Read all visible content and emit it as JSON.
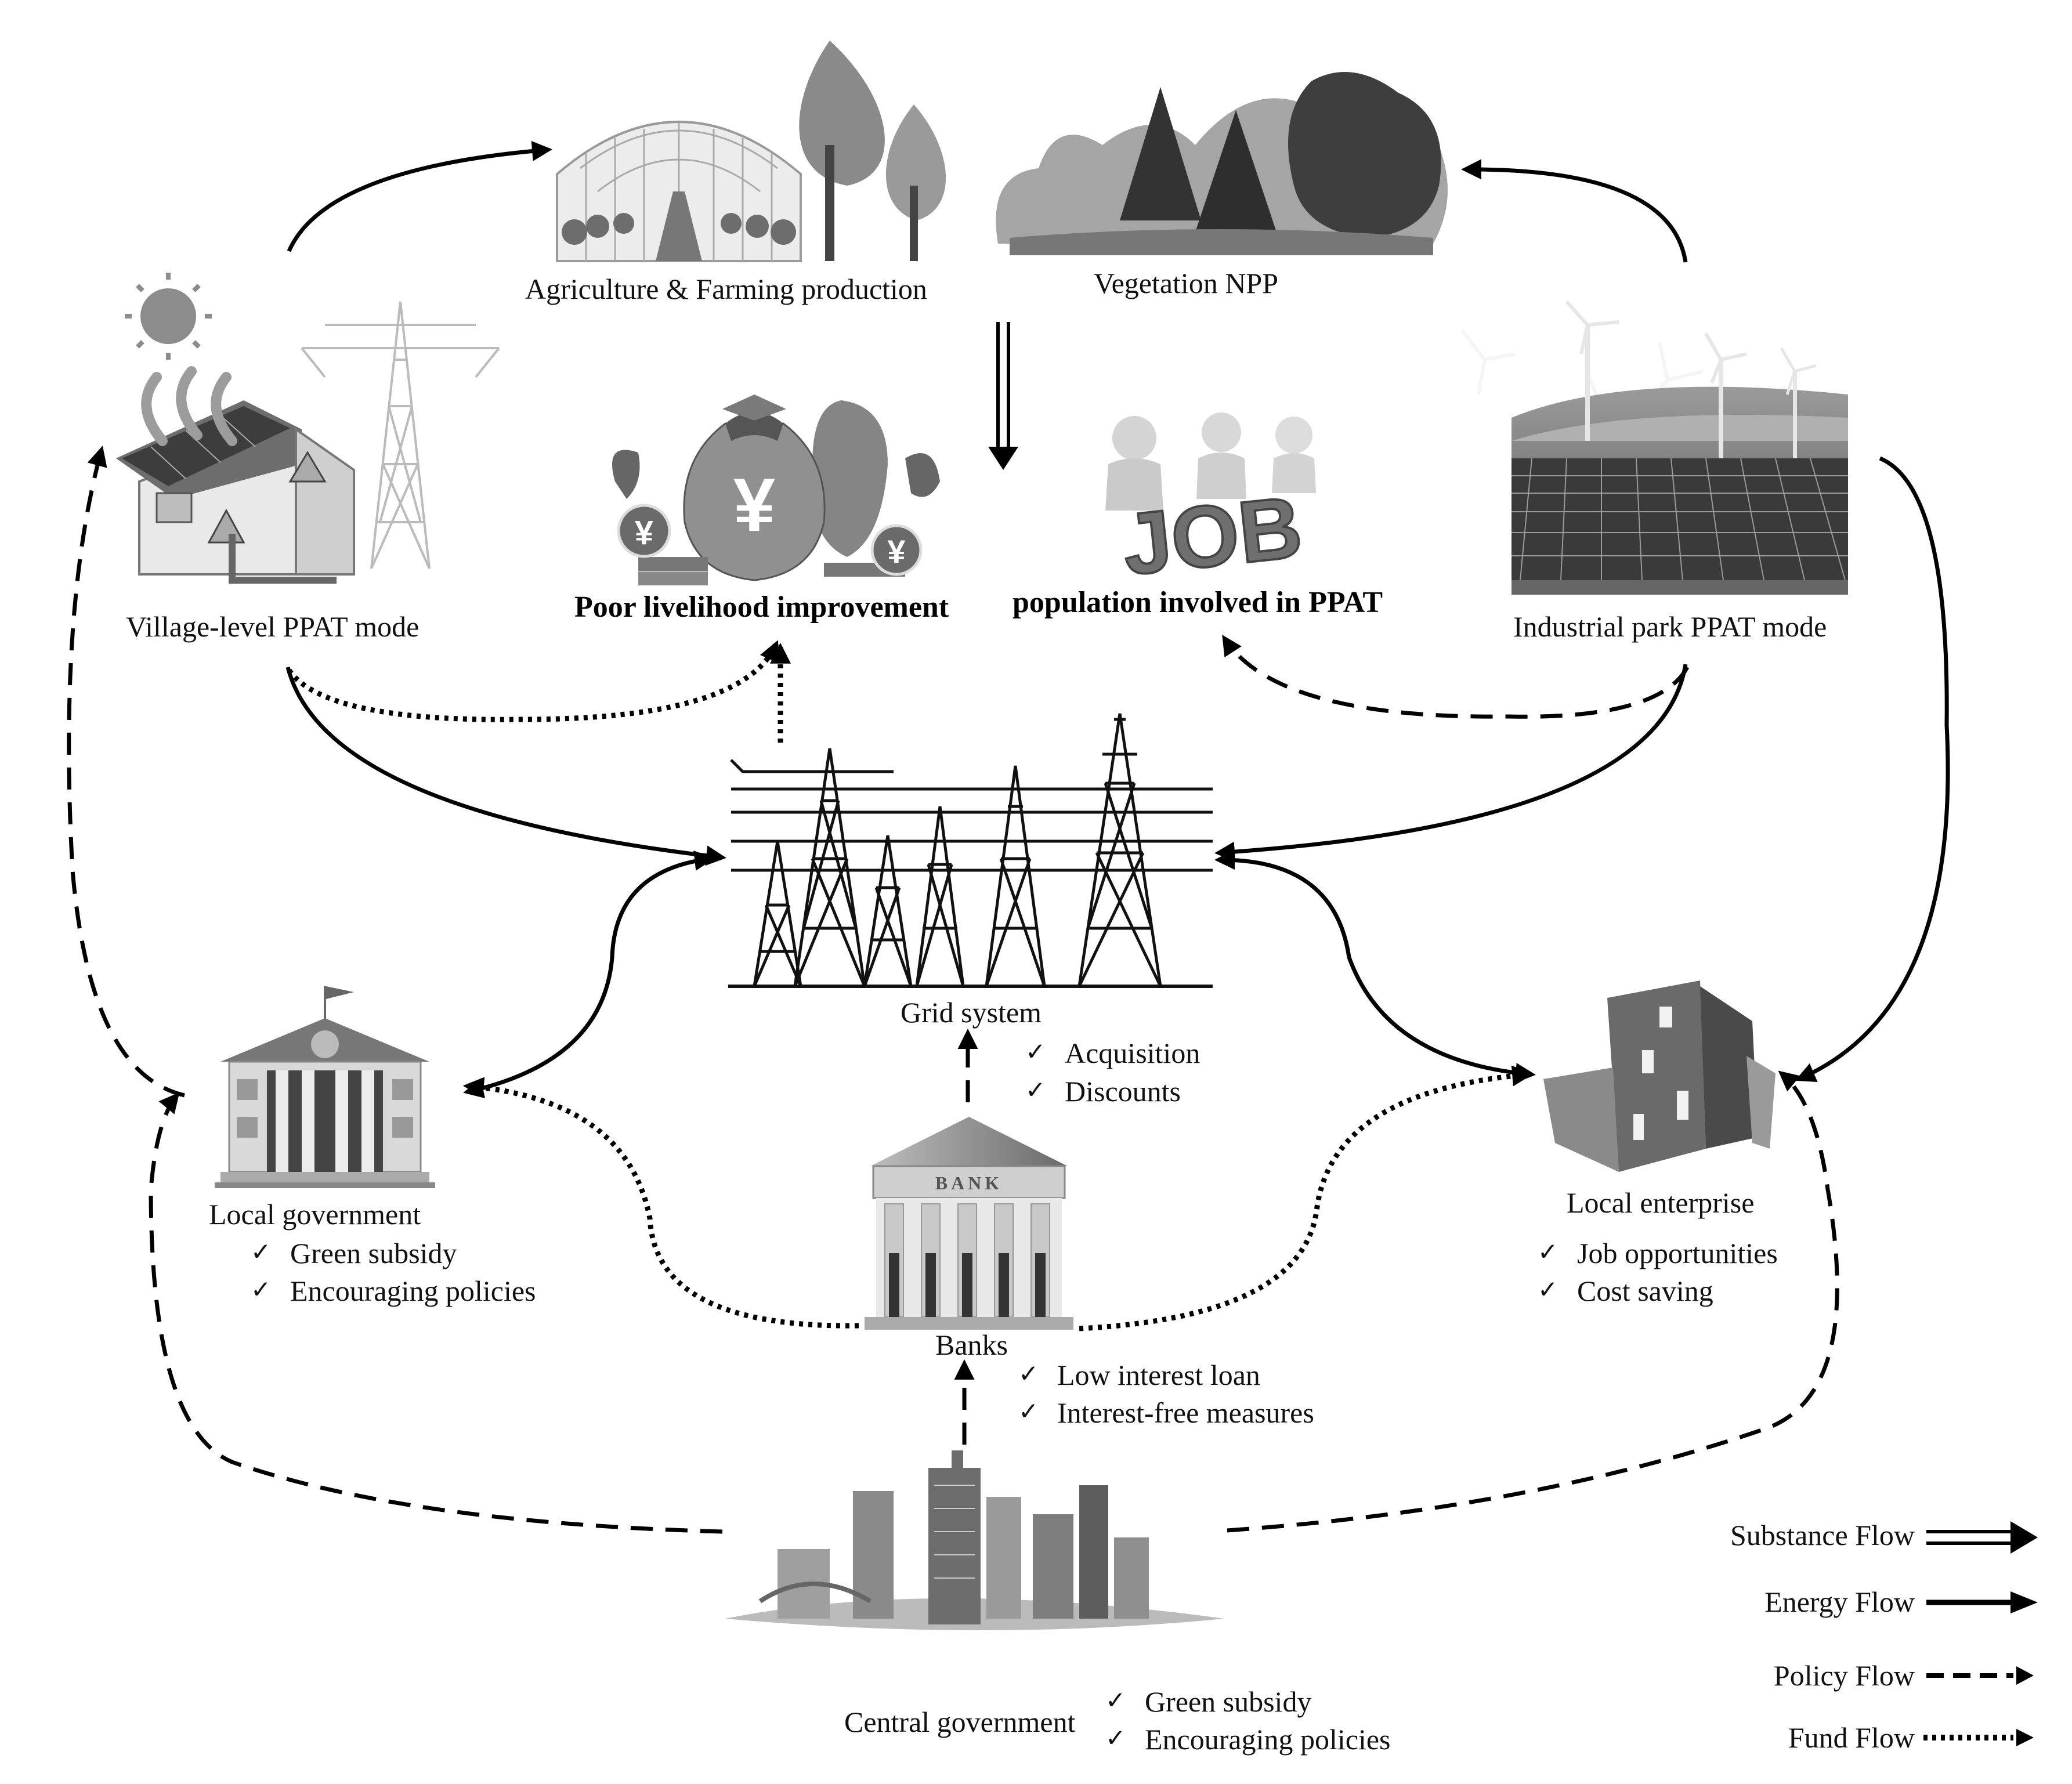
{
  "nodes": {
    "agriculture": "Agriculture & Farming  production",
    "vegetation": "Vegetation NPP",
    "village": "Village-level PPAT mode",
    "livelihood": "Poor livelihood improvement",
    "population": "population  involved in PPAT",
    "industrial": "Industrial park PPAT mode",
    "grid": "Grid system",
    "local_gov": "Local government",
    "banks": "Banks",
    "enterprise": "Local enterprise",
    "central_gov": "Central government"
  },
  "bank_sign": "BANK",
  "job_sign": "JOB",
  "currency_symbol": "¥",
  "checklists": {
    "grid": [
      "Acquisition",
      "Discounts"
    ],
    "local_gov": [
      "Green subsidy",
      "Encouraging policies"
    ],
    "enterprise": [
      "Job opportunities",
      "Cost saving"
    ],
    "banks": [
      "Low interest loan",
      "Interest-free measures"
    ],
    "central_gov": [
      "Green subsidy",
      "Encouraging policies"
    ]
  },
  "check_mark": "✓",
  "legend": [
    {
      "label": "Substance Flow",
      "style": "double-solid"
    },
    {
      "label": "Energy Flow",
      "style": "solid"
    },
    {
      "label": "Policy Flow",
      "style": "dashed"
    },
    {
      "label": "Fund Flow",
      "style": "dotted"
    }
  ],
  "icons": [
    "sun-icon",
    "solar-house-icon",
    "pylon-icon",
    "greenhouse-icon",
    "tree-icon",
    "forest-icon",
    "money-bag-icon",
    "coin-icon",
    "job-people-icon",
    "wind-turbine-icon",
    "solar-farm-icon",
    "grid-tower-icon",
    "government-building-icon",
    "bank-building-icon",
    "enterprise-building-icon",
    "city-skyline-icon"
  ],
  "colors": {
    "ink": "#000000",
    "dark_gray": "#555555",
    "mid_gray": "#8a8a8a",
    "light_gray": "#c4c4c4",
    "background": "#ffffff"
  }
}
